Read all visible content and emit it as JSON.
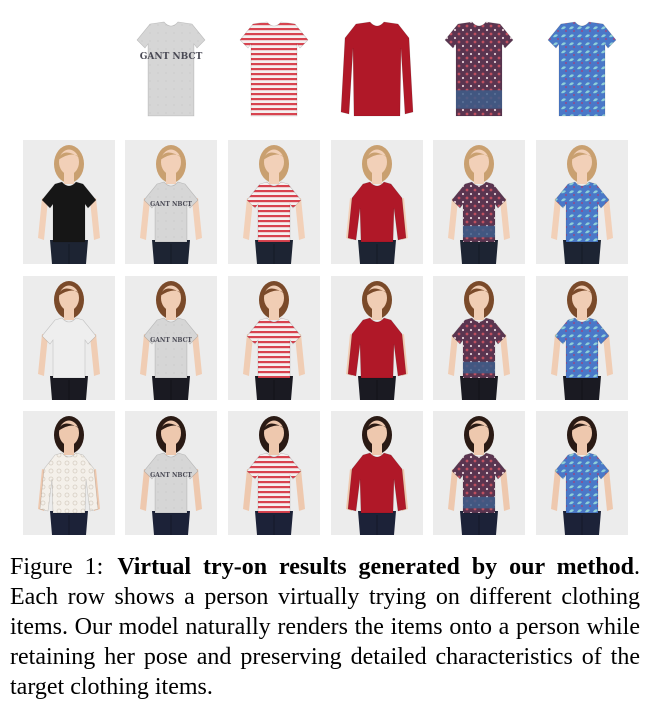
{
  "figure": {
    "clothing_items": [
      {
        "name": "gray-gant-tee",
        "base": "#d6d6d6",
        "accent": "#4a4a55",
        "pattern": "print",
        "sleeve": "short",
        "print_text": "GANT NBCT"
      },
      {
        "name": "red-striped-tee",
        "base": "#f5f0f0",
        "accent": "#d8434f",
        "pattern": "stripes",
        "sleeve": "short",
        "print_text": ""
      },
      {
        "name": "red-long-sleeve",
        "base": "#b01828",
        "accent": "#8a1020",
        "pattern": "solid",
        "sleeve": "long",
        "print_text": ""
      },
      {
        "name": "navy-pattern-blouse",
        "base": "#5a3550",
        "accent": "#c05060",
        "pattern": "dots",
        "sleeve": "short",
        "print_text": ""
      },
      {
        "name": "blue-paisley-top",
        "base": "#4a78c8",
        "accent": "#8fd0d8",
        "pattern": "paisley",
        "sleeve": "short",
        "print_text": ""
      }
    ],
    "rows": [
      {
        "model": "person-1",
        "hair": "#c9a070",
        "skin": "#f2d0b8",
        "original_top": {
          "base": "#161616",
          "accent": "#333333",
          "pattern": "solid",
          "sleeve": "short"
        },
        "pants": "#1d2433"
      },
      {
        "model": "person-2",
        "hair": "#7a4a2a",
        "skin": "#f0cdb4",
        "original_top": {
          "base": "#eeeeee",
          "accent": "#cccccc",
          "pattern": "solid",
          "sleeve": "short"
        },
        "pants": "#1a1a22"
      },
      {
        "model": "person-3",
        "hair": "#2a1a14",
        "skin": "#eec8ae",
        "original_top": {
          "base": "#f4f0ea",
          "accent": "#d8d0c4",
          "pattern": "lace",
          "sleeve": "long"
        },
        "pants": "#1c2238"
      }
    ]
  },
  "caption": {
    "label": "Figure 1:",
    "title": "Virtual try-on results generated by our method",
    "body": ". Each row shows a person virtually trying on different clothing items. Our model naturally renders the items onto a person while retaining her pose and preserving detailed characteristics of the target clothing items."
  }
}
